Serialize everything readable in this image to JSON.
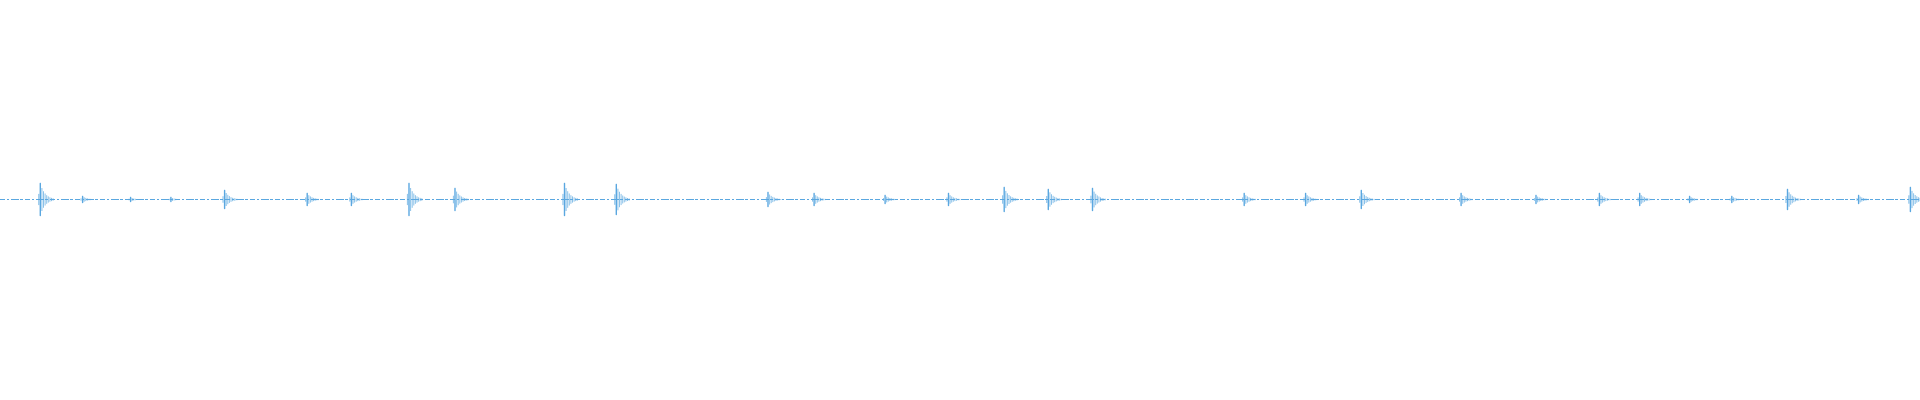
{
  "waveform": {
    "color": "#5aa7e0",
    "background": "#ffffff",
    "transients": [
      {
        "t": 0.021,
        "level": 0.16
      },
      {
        "t": 0.043,
        "level": 0.03
      },
      {
        "t": 0.068,
        "level": 0.02
      },
      {
        "t": 0.089,
        "level": 0.02
      },
      {
        "t": 0.117,
        "level": 0.09
      },
      {
        "t": 0.16,
        "level": 0.06
      },
      {
        "t": 0.183,
        "level": 0.06
      },
      {
        "t": 0.213,
        "level": 0.16
      },
      {
        "t": 0.237,
        "level": 0.11
      },
      {
        "t": 0.294,
        "level": 0.16
      },
      {
        "t": 0.321,
        "level": 0.15
      },
      {
        "t": 0.4,
        "level": 0.07
      },
      {
        "t": 0.424,
        "level": 0.06
      },
      {
        "t": 0.461,
        "level": 0.04
      },
      {
        "t": 0.494,
        "level": 0.06
      },
      {
        "t": 0.523,
        "level": 0.12
      },
      {
        "t": 0.546,
        "level": 0.1
      },
      {
        "t": 0.569,
        "level": 0.11
      },
      {
        "t": 0.648,
        "level": 0.06
      },
      {
        "t": 0.68,
        "level": 0.06
      },
      {
        "t": 0.709,
        "level": 0.09
      },
      {
        "t": 0.761,
        "level": 0.06
      },
      {
        "t": 0.8,
        "level": 0.04
      },
      {
        "t": 0.833,
        "level": 0.06
      },
      {
        "t": 0.854,
        "level": 0.06
      },
      {
        "t": 0.88,
        "level": 0.03
      },
      {
        "t": 0.902,
        "level": 0.03
      },
      {
        "t": 0.931,
        "level": 0.1
      },
      {
        "t": 0.968,
        "level": 0.04
      },
      {
        "t": 0.995,
        "level": 0.12
      }
    ]
  }
}
